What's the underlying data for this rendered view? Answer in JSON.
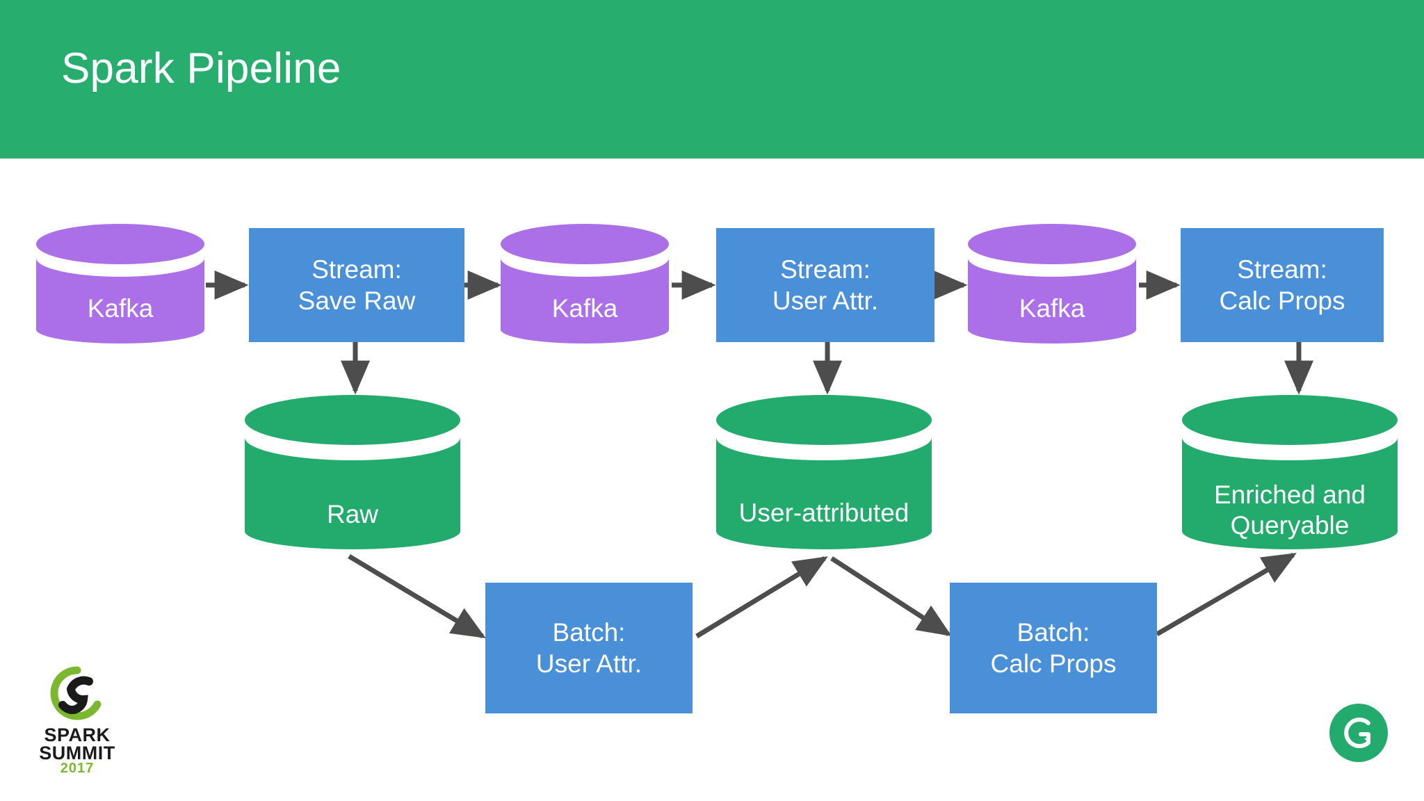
{
  "slide": {
    "title": "Spark Pipeline",
    "header_color": "#27ae6e",
    "background_color": "#ffffff"
  },
  "palette": {
    "kafka_purple": "#ab6fe8",
    "process_blue": "#4a90d9",
    "store_green": "#23ab6d",
    "arrow_gray": "#4d4d4d",
    "text_white": "#ffffff"
  },
  "diagram": {
    "type": "flow",
    "streaming_row": [
      {
        "id": "kafka-1",
        "kind": "datastore-cylinder",
        "label": "Kafka",
        "color": "#ab6fe8"
      },
      {
        "id": "stream-save-raw",
        "kind": "process-box",
        "label": "Stream:\nSave Raw",
        "color": "#4a90d9"
      },
      {
        "id": "kafka-2",
        "kind": "datastore-cylinder",
        "label": "Kafka",
        "color": "#ab6fe8"
      },
      {
        "id": "stream-user-attr",
        "kind": "process-box",
        "label": "Stream:\nUser Attr.",
        "color": "#4a90d9"
      },
      {
        "id": "kafka-3",
        "kind": "datastore-cylinder",
        "label": "Kafka",
        "color": "#ab6fe8"
      },
      {
        "id": "stream-calc-props",
        "kind": "process-box",
        "label": "Stream:\nCalc Props",
        "color": "#4a90d9"
      }
    ],
    "storage_row": [
      {
        "id": "store-raw",
        "kind": "datastore-cylinder",
        "label": "Raw",
        "color": "#23ab6d"
      },
      {
        "id": "store-user-attributed",
        "kind": "datastore-cylinder",
        "label": "User-attributed",
        "color": "#23ab6d"
      },
      {
        "id": "store-enriched",
        "kind": "datastore-cylinder",
        "label": "Enriched and\nQueryable",
        "color": "#23ab6d"
      }
    ],
    "batch_row": [
      {
        "id": "batch-user-attr",
        "kind": "process-box",
        "label": "Batch:\nUser Attr.",
        "color": "#4a90d9"
      },
      {
        "id": "batch-calc-props",
        "kind": "process-box",
        "label": "Batch:\nCalc Props",
        "color": "#4a90d9"
      }
    ],
    "edges": [
      {
        "from": "kafka-1",
        "to": "stream-save-raw",
        "direction": "right"
      },
      {
        "from": "stream-save-raw",
        "to": "kafka-2",
        "direction": "right"
      },
      {
        "from": "kafka-2",
        "to": "stream-user-attr",
        "direction": "right"
      },
      {
        "from": "stream-user-attr",
        "to": "kafka-3",
        "direction": "right"
      },
      {
        "from": "kafka-3",
        "to": "stream-calc-props",
        "direction": "right"
      },
      {
        "from": "stream-save-raw",
        "to": "store-raw",
        "direction": "down"
      },
      {
        "from": "stream-user-attr",
        "to": "store-user-attributed",
        "direction": "down"
      },
      {
        "from": "stream-calc-props",
        "to": "store-enriched",
        "direction": "down"
      },
      {
        "from": "store-raw",
        "to": "batch-user-attr",
        "direction": "diagonal-down-right"
      },
      {
        "from": "batch-user-attr",
        "to": "store-user-attributed",
        "direction": "diagonal-up-right"
      },
      {
        "from": "store-user-attributed",
        "to": "batch-calc-props",
        "direction": "diagonal-down-right"
      },
      {
        "from": "batch-calc-props",
        "to": "store-enriched",
        "direction": "diagonal-up-right"
      }
    ]
  },
  "spark_logo": {
    "line1": "SPARK",
    "line2": "SUMMIT",
    "year": "2017",
    "mark_green": "#7cb82f",
    "mark_black": "#1a1a1a"
  },
  "grammarly_logo": {
    "name": "grammarly-logo",
    "circle_color": "#23ab6d",
    "glyph": "G"
  }
}
